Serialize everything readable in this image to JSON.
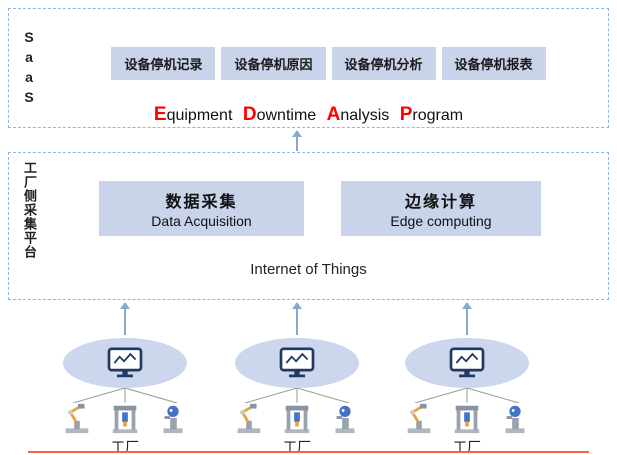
{
  "saas": {
    "label": "SaaS",
    "modules": [
      "设备停机记录",
      "设备停机原因",
      "设备停机分析",
      "设备停机报表"
    ],
    "title_parts": [
      {
        "h": "E",
        "t": "quipment"
      },
      {
        "h": "D",
        "t": "owntime"
      },
      {
        "h": "A",
        "t": "nalysis"
      },
      {
        "h": "P",
        "t": "rogram"
      }
    ]
  },
  "platform": {
    "label": "工厂侧采集平台",
    "modules": [
      {
        "zh": "数据采集",
        "en": "Data Acquisition"
      },
      {
        "zh": "边缘计算",
        "en": "Edge computing"
      }
    ],
    "iot_label": "Internet of Things"
  },
  "factories": [
    {
      "label": "工厂"
    },
    {
      "label": "工厂"
    },
    {
      "label": "工厂"
    }
  ],
  "icons": {
    "monitor": "monitor-with-chart",
    "machines": [
      "robot-arm",
      "cnc-machine",
      "round-head-robot"
    ]
  },
  "colors": {
    "box_fill": "#c9d3ea",
    "ellipse_fill": "#ccd6ec",
    "dashed_border": "#8fb8e0",
    "title_highlight": "#ff0000",
    "arrow": "#8aa8cc",
    "monitor_stroke": "#1f3864",
    "bottom_line": "#ed6a3c"
  }
}
